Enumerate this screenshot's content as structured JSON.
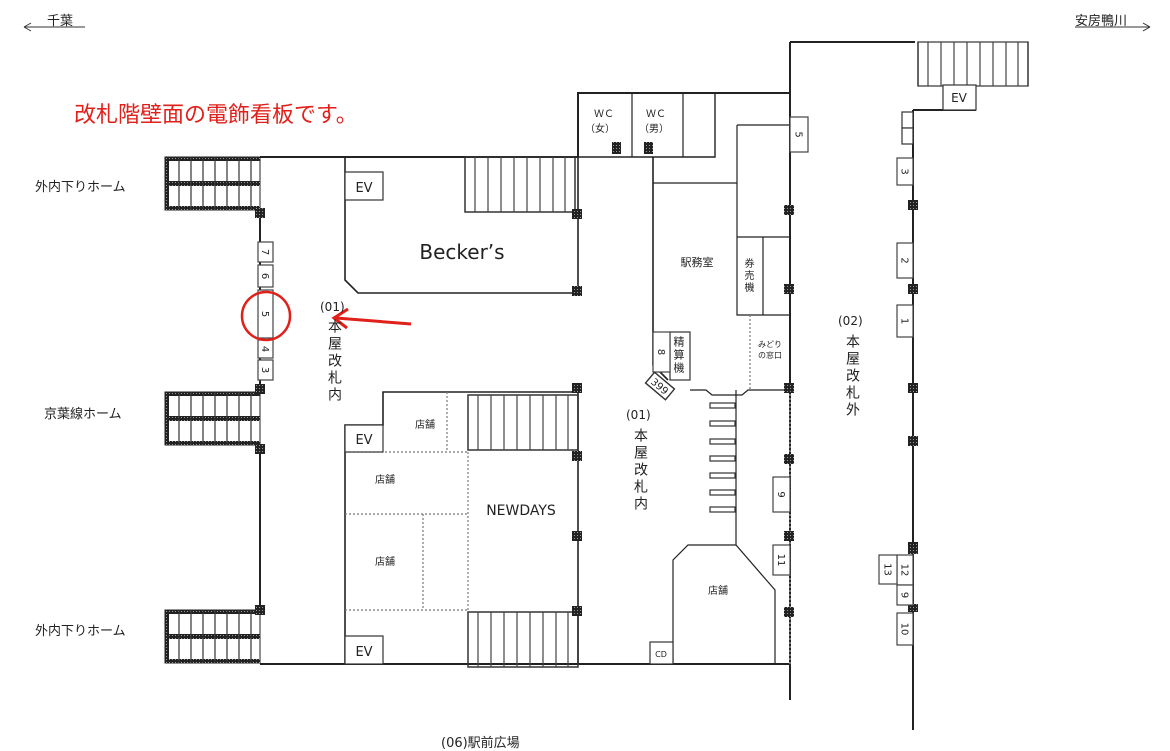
{
  "directions": {
    "left": "千葉",
    "right": "安房鴨川"
  },
  "title": "改札階壁面の電飾看板です。",
  "accent_color": "#e0201b",
  "platforms": [
    "外内下りホーム",
    "京葉線ホーム",
    "外内下りホーム"
  ],
  "areas": {
    "gate_inside_left": {
      "code": "(01)",
      "name": "本屋改札内"
    },
    "gate_inside_center": {
      "code": "(01)",
      "name": "本屋改札内"
    },
    "gate_outside": {
      "code": "(02)",
      "name": "本屋改札外"
    },
    "plaza": "(06)駅前広場"
  },
  "rooms": {
    "beckers": "Becker’s",
    "newdays": "NEWDAYS",
    "ev": "EV",
    "shop": "店舗",
    "wc_label": "ＷＣ",
    "wc_women": "（女）",
    "wc_men": "（男）",
    "station_office": "駅務室",
    "ticket_machine": "券売機",
    "fare_adjust": "精算機",
    "midori_1": "みどり",
    "midori_2": "の窓口",
    "cd": "CD",
    "code_399": "399"
  },
  "ad_panels": {
    "west_wall": [
      "7",
      "6",
      "5",
      "4",
      "3"
    ],
    "highlighted": "5",
    "center": [
      "5",
      "8",
      "9",
      "11"
    ],
    "east": [
      "3",
      "2",
      "1",
      "12",
      "13",
      "9",
      "10"
    ]
  }
}
